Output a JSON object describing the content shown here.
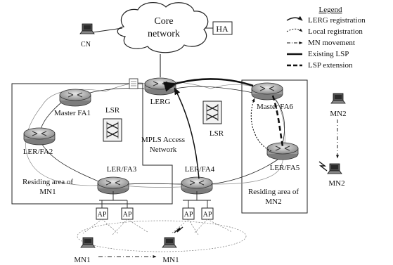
{
  "cloud": {
    "line1": "Core",
    "line2": "network"
  },
  "ha": "HA",
  "cn": "CN",
  "legend": {
    "title": "Legend",
    "items": [
      {
        "label": "LERG registration",
        "style": "curve-arrow"
      },
      {
        "label": "Local registration",
        "style": "dotted-curve-arrow"
      },
      {
        "label": "MN movement",
        "style": "dash-dot-arrow"
      },
      {
        "label": "Existing LSP",
        "style": "solid-thick"
      },
      {
        "label": "LSP extension",
        "style": "dashed-thick"
      }
    ]
  },
  "nodes": {
    "lerg": "LERG",
    "master_fa1": "Master FA1",
    "ler_fa2": "LER/FA2",
    "ler_fa3": "LER/FA3",
    "ler_fa4": "LER/FA4",
    "ler_fa5": "LER/FA5",
    "master_fa6": "Master FA6",
    "lsr_left": "LSR",
    "lsr_right": "LSR"
  },
  "mpls": {
    "line1": "MPLS Access",
    "line2": "Network"
  },
  "areas": {
    "mn1": {
      "line1": "Residing area of",
      "line2": "MN1"
    },
    "mn2": {
      "line1": "Residing area of",
      "line2": "MN2"
    }
  },
  "ap_label": "AP",
  "mobile": {
    "mn1": "MN1",
    "mn2": "MN2"
  }
}
